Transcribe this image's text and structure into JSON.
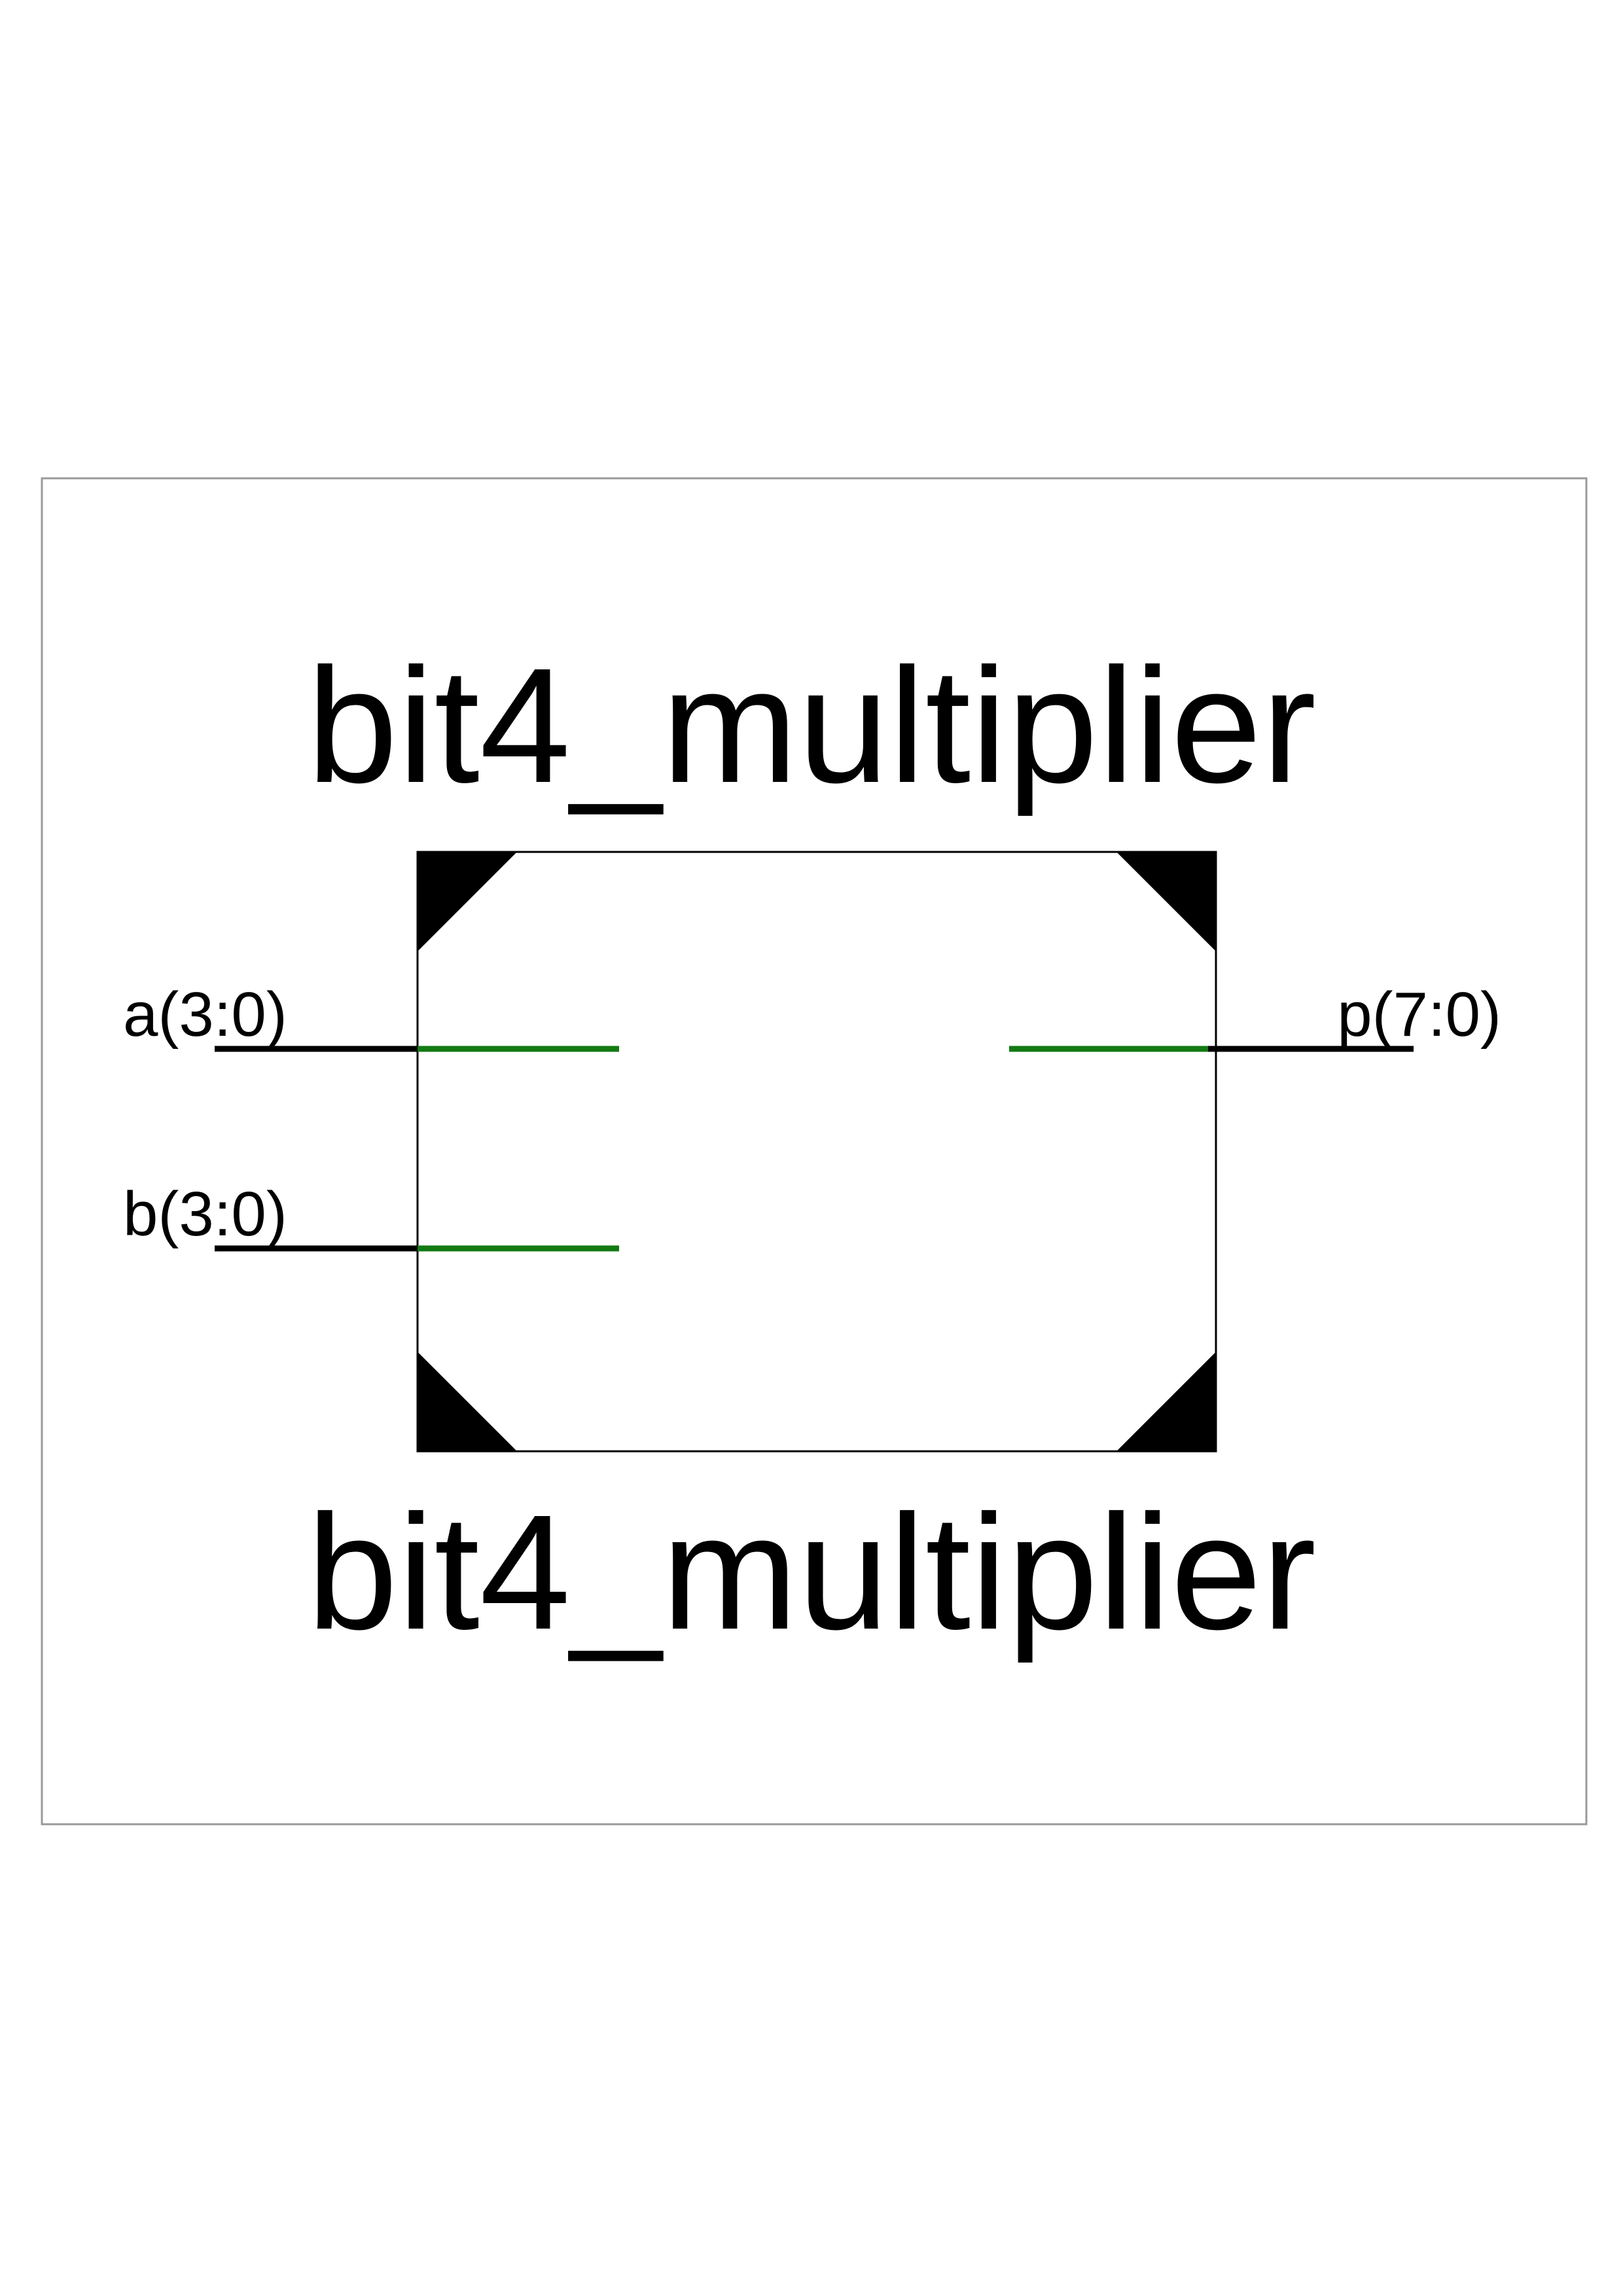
{
  "diagram": {
    "instance_name": "bit4_multiplier",
    "module_name": "bit4_multiplier",
    "inputs": [
      {
        "label": "a(3:0)"
      },
      {
        "label": "b(3:0)"
      }
    ],
    "outputs": [
      {
        "label": "p(7:0)"
      }
    ],
    "colors": {
      "wire_outside": "#000000",
      "wire_inside": "#137a13",
      "frame_border": "#9a9a9a",
      "block_border": "#000000",
      "corner_fill": "#000000"
    }
  }
}
